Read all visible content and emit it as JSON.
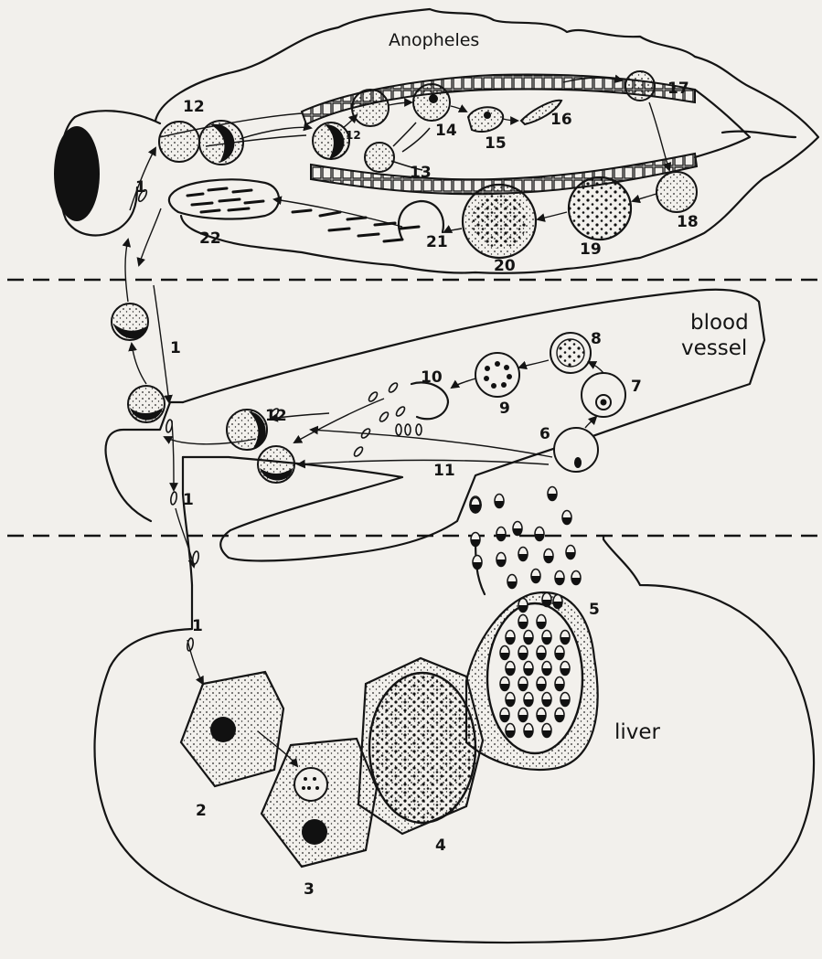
{
  "figure": {
    "labels": {
      "mosquito": "Anopheles",
      "blood_vessel_1": "blood",
      "blood_vessel_2": "vessel",
      "liver": "liver"
    },
    "numbers": {
      "n1a": "1",
      "n1b": "1",
      "n1c": "1",
      "n1d": "1",
      "n2": "2",
      "n3": "3",
      "n4": "4",
      "n5": "5",
      "n6": "6",
      "n7": "7",
      "n8": "8",
      "n9": "9",
      "n10": "10",
      "n11": "11",
      "n12a": "12",
      "n12b": "12",
      "n12c": "12",
      "n13": "13",
      "n14": "14",
      "n15": "15",
      "n16": "16",
      "n17": "17",
      "n18": "18",
      "n19": "19",
      "n20": "20",
      "n21": "21",
      "n22": "22"
    },
    "colors": {
      "ink": "#141414",
      "paper": "#f2f0ec"
    }
  }
}
